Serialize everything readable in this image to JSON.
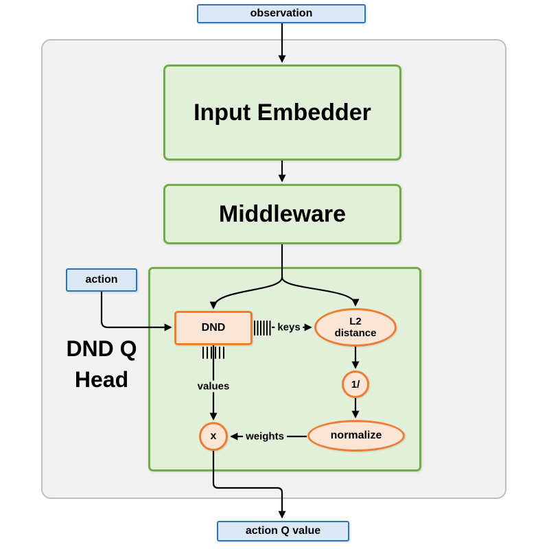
{
  "nodes": {
    "observation": {
      "label": "observation"
    },
    "input_embedder": {
      "label": "Input Embedder"
    },
    "middleware": {
      "label": "Middleware"
    },
    "action": {
      "label": "action"
    },
    "dnd": {
      "label": "DND"
    },
    "l2_distance": {
      "label_line1": "L2",
      "label_line2": "distance"
    },
    "reciprocal": {
      "label": "1/"
    },
    "normalize": {
      "label": "normalize"
    },
    "multiply": {
      "label": "x"
    },
    "action_q_value": {
      "label": "action Q value"
    }
  },
  "labels": {
    "dnd_q_head_line1": "DND Q",
    "dnd_q_head_line2": "Head",
    "keys": "keys",
    "values": "values",
    "weights": "weights"
  },
  "colors": {
    "blue_fill": "#dbe9f6",
    "blue_border": "#2e75b6",
    "green_fill": "#e2efd9",
    "green_border": "#70ad47",
    "orange_fill": "#fbe5d6",
    "orange_border": "#ed7d31",
    "container_fill": "#f2f2f2",
    "container_border": "#bfbfbf",
    "arrow": "#000000"
  }
}
